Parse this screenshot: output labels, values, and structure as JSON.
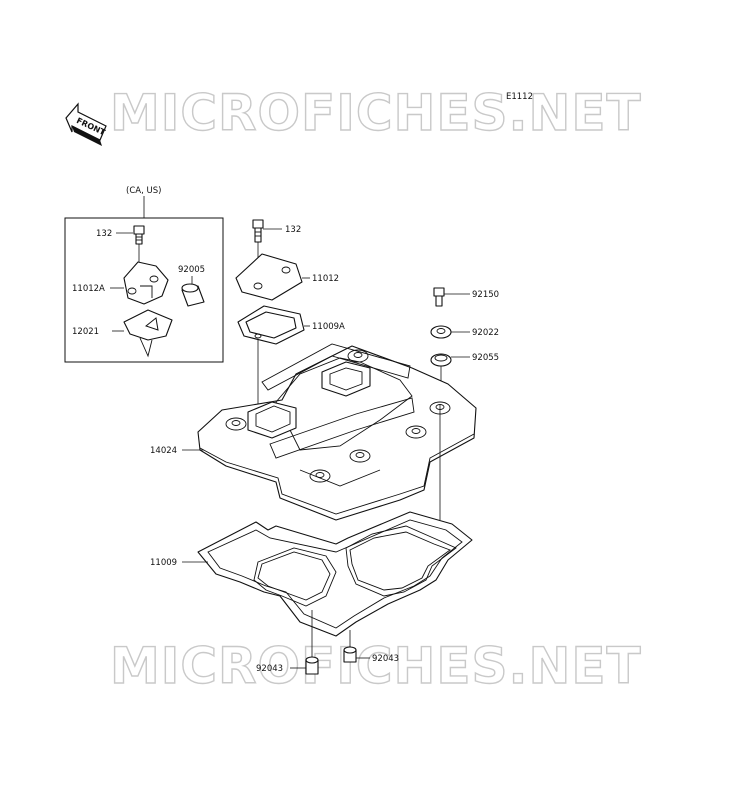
{
  "diagram_code": "E1112",
  "watermark": "MICROFICHES.NET",
  "front_label": "FRONT",
  "inset_caption": "(CA, US)",
  "parts": {
    "bolt_inset": "132",
    "cap_inset": "11012A",
    "plug_inset": "92005",
    "pad_inset": "12021",
    "bolt_top": "132",
    "cover_plate": "11012",
    "gasket_plate": "11009A",
    "bolt_right": "92150",
    "washer": "92022",
    "seal": "92055",
    "head_cover": "14024",
    "gasket_main": "11009",
    "pin_left": "92043",
    "pin_right": "92043"
  }
}
